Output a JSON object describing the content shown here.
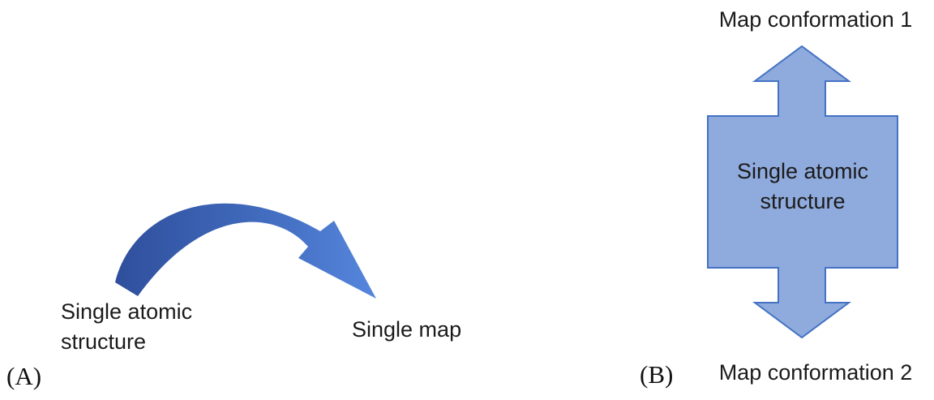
{
  "figure": {
    "background": "#ffffff",
    "text_color": "#1b1b1b"
  },
  "panel_a": {
    "label": "(A)",
    "source": {
      "line1": "Single atomic",
      "line2": "structure"
    },
    "target": "Single map",
    "arrow": {
      "kind": "curved-right-arrow",
      "gradient_start": "#2f4f9c",
      "gradient_mid": "#3f68ba",
      "gradient_end": "#5586dd"
    }
  },
  "panel_b": {
    "label": "(B)",
    "top_label": "Map conformation 1",
    "center": {
      "line1": "Single atomic",
      "line2": "structure"
    },
    "bottom_label": "Map conformation 2",
    "shape": {
      "kind": "up-down-block-arrow",
      "fill": "#8faadc",
      "stroke": "#4472c4"
    }
  }
}
